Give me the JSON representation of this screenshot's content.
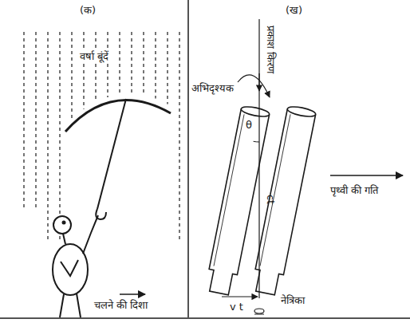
{
  "diagram": {
    "labels": [
      "(क)",
      "(ख)",
      "वर्षा बूंदें",
      "चलने की दिशा",
      "प्रकाश किरण",
      "अभिदृश्यक",
      "θ",
      "ct",
      "पृथ्वी की गति",
      "v t",
      "नेत्रिका"
    ]
  }
}
